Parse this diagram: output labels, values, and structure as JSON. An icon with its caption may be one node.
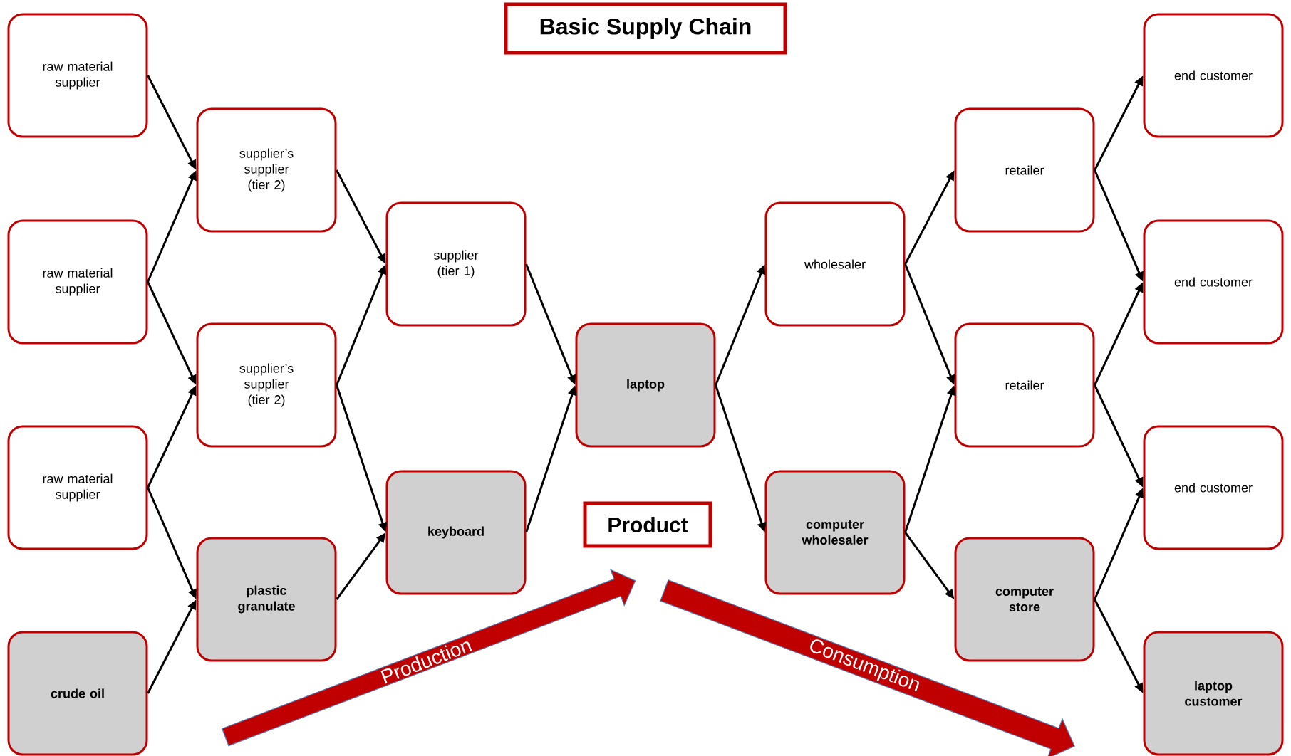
{
  "diagram": {
    "title": "Basic Supply Chain",
    "nodes": [
      {
        "text": [
          "raw material supplier"
        ]
      },
      {
        "text": [
          "raw material supplier"
        ]
      },
      {
        "text": [
          "raw material supplier"
        ]
      },
      {
        "text": [
          "crude oil"
        ]
      },
      {
        "text": [
          "supplier’s supplier (tier 2)"
        ]
      },
      {
        "text": [
          "supplier’s supplier (tier 2)"
        ]
      },
      {
        "text": [
          "plastic granulate"
        ]
      },
      {
        "text": [
          "supplier (tier 1)"
        ]
      },
      {
        "text": [
          "keyboard"
        ]
      },
      {
        "text": [
          "laptop"
        ]
      },
      {
        "text": [
          "wholesaler"
        ]
      },
      {
        "text": [
          "computer wholesaler"
        ]
      },
      {
        "text": [
          "retailer"
        ]
      },
      {
        "text": [
          "retailer"
        ]
      },
      {
        "text": [
          "computer store"
        ]
      },
      {
        "text": [
          "end customer"
        ]
      },
      {
        "text": [
          "end customer"
        ]
      },
      {
        "text": [
          "end customer"
        ]
      },
      {
        "text": [
          "laptop customer"
        ]
      },
      {
        "text": [
          "Product"
        ]
      }
    ],
    "edges": [
      {
        "from": 0,
        "to": 4,
        "arrow": "to"
      },
      {
        "from": 1,
        "to": 4,
        "arrow": "to"
      },
      {
        "from": 1,
        "to": 5,
        "arrow": "to"
      },
      {
        "from": 2,
        "to": 5,
        "arrow": "to"
      },
      {
        "from": 2,
        "to": 6,
        "arrow": "to"
      },
      {
        "from": 3,
        "to": 6,
        "arrow": "to"
      },
      {
        "from": 4,
        "to": 7,
        "arrow": "to"
      },
      {
        "from": 5,
        "to": 7,
        "arrow": "to"
      },
      {
        "from": 5,
        "to": 8,
        "arrow": "to"
      },
      {
        "from": 6,
        "to": 8,
        "arrow": "to"
      },
      {
        "from": 7,
        "to": 9,
        "arrow": "to"
      },
      {
        "from": 8,
        "to": 9,
        "arrow": "to"
      },
      {
        "from": 9,
        "to": 10,
        "arrow": "to"
      },
      {
        "from": 9,
        "to": 11,
        "arrow": "to"
      },
      {
        "from": 10,
        "to": 12,
        "arrow": "to"
      },
      {
        "from": 10,
        "to": 13,
        "arrow": "to"
      },
      {
        "from": 11,
        "to": 13,
        "arrow": "to"
      },
      {
        "from": 11,
        "to": 14,
        "arrow": "to"
      },
      {
        "from": 12,
        "to": 15,
        "arrow": "to"
      },
      {
        "from": 12,
        "to": 16,
        "arrow": "to"
      },
      {
        "from": 13,
        "to": 16,
        "arrow": "to"
      },
      {
        "from": 13,
        "to": 17,
        "arrow": "to"
      },
      {
        "from": 14,
        "to": 17,
        "arrow": "to"
      },
      {
        "from": 14,
        "to": 18,
        "arrow": "to"
      }
    ],
    "labels": [
      "Production",
      "Consumption"
    ]
  }
}
